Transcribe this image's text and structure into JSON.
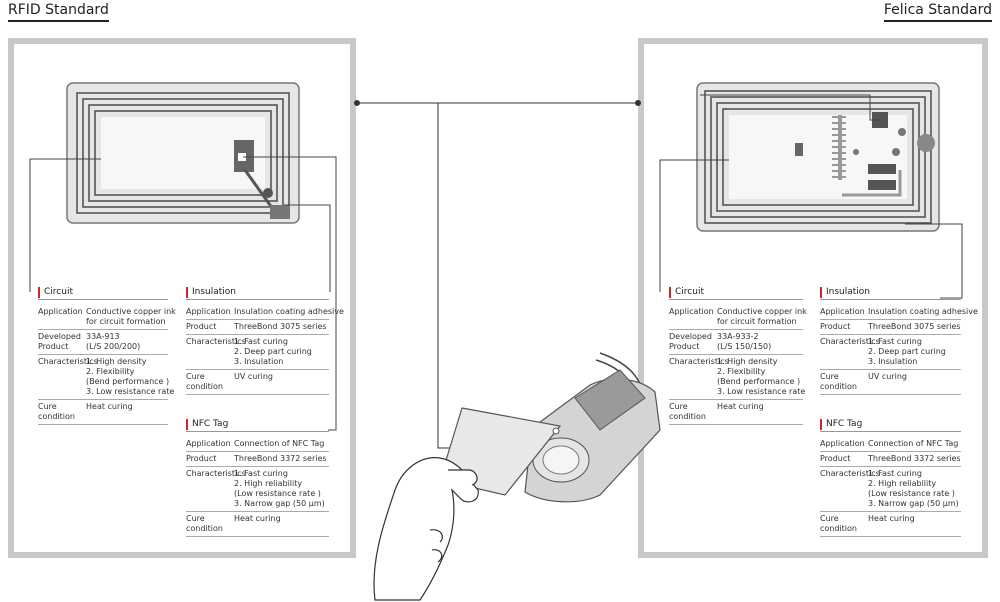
{
  "headers": {
    "left": "RFID Standard",
    "right": "Felica Standard"
  },
  "rfid": {
    "circuit": {
      "title": "Circuit",
      "rows": [
        {
          "k": "Application",
          "v": [
            "Conductive copper ink",
            "for circuit formation"
          ]
        },
        {
          "k": "Developed Product",
          "v": [
            "33A-913",
            "(L/S 200/200)"
          ]
        },
        {
          "k": "Characteristics",
          "v": [
            "1. High density",
            "2. Flexibility",
            "(Bend performance )",
            "3. Low resistance rate"
          ]
        },
        {
          "k": "Cure condition",
          "v": [
            "Heat curing"
          ]
        }
      ]
    },
    "insulation": {
      "title": "Insulation",
      "rows": [
        {
          "k": "Application",
          "v": [
            "Insulation coating adhesive"
          ]
        },
        {
          "k": "Product",
          "v": [
            "ThreeBond 3075 series"
          ]
        },
        {
          "k": "Characteristics",
          "v": [
            "1. Fast curing",
            "2. Deep part curing",
            "3. Insulation"
          ]
        },
        {
          "k": "Cure condition",
          "v": [
            "UV curing"
          ]
        }
      ]
    },
    "nfc": {
      "title": "NFC Tag",
      "rows": [
        {
          "k": "Application",
          "v": [
            "Connection of NFC Tag"
          ]
        },
        {
          "k": "Product",
          "v": [
            "ThreeBond 3372 series"
          ]
        },
        {
          "k": "Characteristics",
          "v": [
            "1. Fast curing",
            "2. High reliability",
            "(Low resistance rate )",
            "3. Narrow gap (50 μm)"
          ]
        },
        {
          "k": "Cure condition",
          "v": [
            "Heat curing"
          ]
        }
      ]
    }
  },
  "felica": {
    "circuit": {
      "title": "Circuit",
      "rows": [
        {
          "k": "Application",
          "v": [
            "Conductive copper ink",
            "for circuit formation"
          ]
        },
        {
          "k": "Developed Product",
          "v": [
            "33A-933-2",
            "(L/S 150/150)"
          ]
        },
        {
          "k": "Characteristics",
          "v": [
            "1. High density",
            "2. Flexibility",
            "(Bend performance )",
            "3. Low resistance rate"
          ]
        },
        {
          "k": "Cure condition",
          "v": [
            "Heat curing"
          ]
        }
      ]
    },
    "insulation": {
      "title": "Insulation",
      "rows": [
        {
          "k": "Application",
          "v": [
            "Insulation coating adhesive"
          ]
        },
        {
          "k": "Product",
          "v": [
            "ThreeBond 3075 series"
          ]
        },
        {
          "k": "Characteristics",
          "v": [
            "1. Fast curing",
            "2. Deep part curing",
            "3. Insulation"
          ]
        },
        {
          "k": "Cure condition",
          "v": [
            "UV curing"
          ]
        }
      ]
    },
    "nfc": {
      "title": "NFC Tag",
      "rows": [
        {
          "k": "Application",
          "v": [
            "Connection of NFC Tag"
          ]
        },
        {
          "k": "Product",
          "v": [
            "ThreeBond 3372 series"
          ]
        },
        {
          "k": "Characteristics",
          "v": [
            "1. Fast curing",
            "2. High reliability",
            "(Low resistance rate )",
            "3. Narrow gap (50 μm)"
          ]
        },
        {
          "k": "Cure condition",
          "v": [
            "Heat curing"
          ]
        }
      ]
    }
  }
}
